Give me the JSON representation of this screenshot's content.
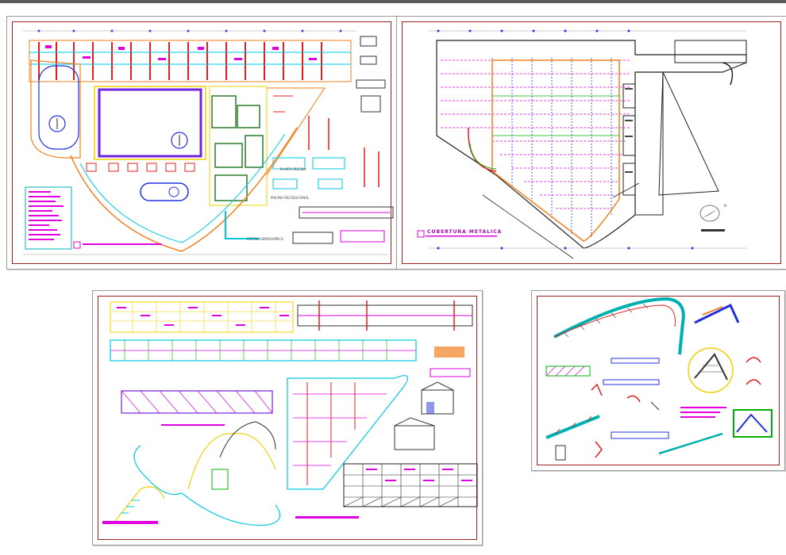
{
  "colors": {
    "frame": "#a02020",
    "red": "#e02020",
    "magenta": "#e000e0",
    "cyan": "#00c8e0",
    "yellow": "#f0d000",
    "green": "#00b000",
    "blue": "#2030e0",
    "orange": "#f08020"
  },
  "sheets": {
    "s1": {
      "label_pool": "PISCINA SEMIOLIMPICA",
      "label_plan": "PLANTA PISCINA",
      "label_detail": "PISCINA RECREACIONAL"
    },
    "s2": {
      "title": "COBERTURA METALICA",
      "north": "N"
    },
    "s3": {},
    "s4": {}
  },
  "icons": [
    "north-arrow-icon"
  ]
}
